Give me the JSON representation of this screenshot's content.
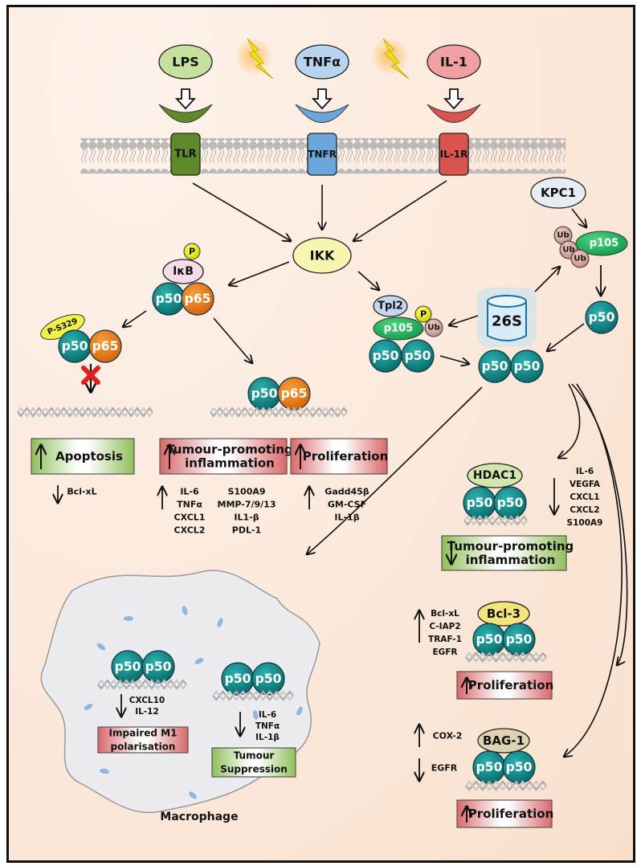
{
  "ligands": [
    {
      "label": "LPS",
      "color": "#c6e0a0"
    },
    {
      "label": "TNFα",
      "color": "#b9d4ee"
    },
    {
      "label": "IL-1",
      "color": "#f0a0a0"
    }
  ],
  "receptors": [
    {
      "label": "TLR",
      "color": "#5f8a2a"
    },
    {
      "label": "TNFR",
      "color": "#6aa6dc"
    },
    {
      "label": "IL-1R",
      "color": "#d9534f"
    }
  ],
  "ikk": "IKK",
  "kpc1": "KPC1",
  "proteasome": "26S",
  "ikb": "IκB",
  "p": "P",
  "p50": "p50",
  "p65": "p65",
  "p105": "p105",
  "tpl2": "Tpl2",
  "ub": "Ub",
  "ps329": "P-S329",
  "boxes": {
    "apoptosis": "Apoptosis",
    "tpi_line1": "Tumour-promoting",
    "tpi_line2": "inflammation",
    "proliferation": "Proliferation",
    "impaired_line1": "Impaired M1",
    "impaired_line2": "polarisation",
    "suppression_line1": "Tumour",
    "suppression_line2": "Suppression"
  },
  "genes": {
    "apoptosis_down": [
      "Bcl-xL"
    ],
    "tpi_up_col1": [
      "IL-6",
      "TNFα",
      "CXCL1",
      "CXCL2"
    ],
    "tpi_up_col2": [
      "S100A9",
      "MMP-7/9/13",
      "IL1-β",
      "PDL-1"
    ],
    "prolif_up": [
      "Gadd45β",
      "GM-CSF",
      "IL-1β"
    ],
    "hdac_down": [
      "IL-6",
      "VEGFA",
      "CXCL1",
      "CXCL2",
      "S100A9"
    ],
    "bcl3_up": [
      "Bcl-xL",
      "C-IAP2",
      "TRAF-1",
      "EGFR"
    ],
    "bag1_up": [
      "COX-2"
    ],
    "bag1_down": [
      "EGFR"
    ],
    "m1_down": [
      "CXCL10",
      "IL-12"
    ],
    "supp_down": [
      "IL-6",
      "TNFα",
      "IL-1β"
    ]
  },
  "cofactors": {
    "hdac1": "HDAC1",
    "bcl3": "Bcl-3",
    "bag1": "BAG-1"
  },
  "macrophage": "Macrophage"
}
